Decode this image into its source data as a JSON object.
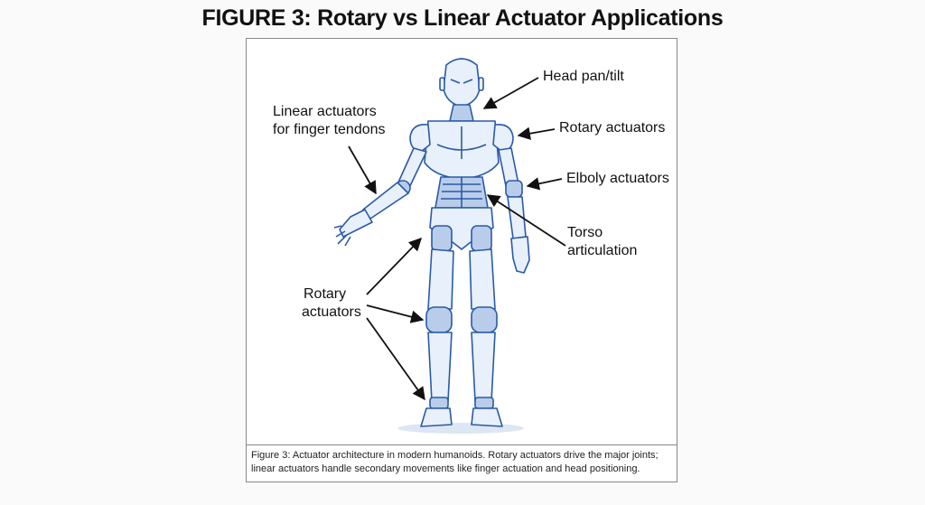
{
  "title": "FIGURE 3: Rotary vs Linear Actuator Applications",
  "labels": {
    "head": "Head pan/tilt",
    "rotary_shoulder": "Rotary actuators",
    "elbow": "Elboly actuators",
    "torso_line1": "Torso",
    "torso_line2": "articulation",
    "linear_line1": "Linear actuators",
    "linear_line2": "for finger tendons",
    "rotary_leg_line1": "Rotary",
    "rotary_leg_line2": "actuators"
  },
  "caption_line1": "Figure 3: Actuator architecture in modern humanoids. Rotary actuators drive the major joints;",
  "caption_line2": "linear actuators handle secondary movements like finger actuation and head positioning.",
  "colors": {
    "robot_stroke": "#2a5aa8",
    "robot_fill": "#e8f0fb",
    "robot_accent": "#b9cdea",
    "arrow": "#111111"
  }
}
